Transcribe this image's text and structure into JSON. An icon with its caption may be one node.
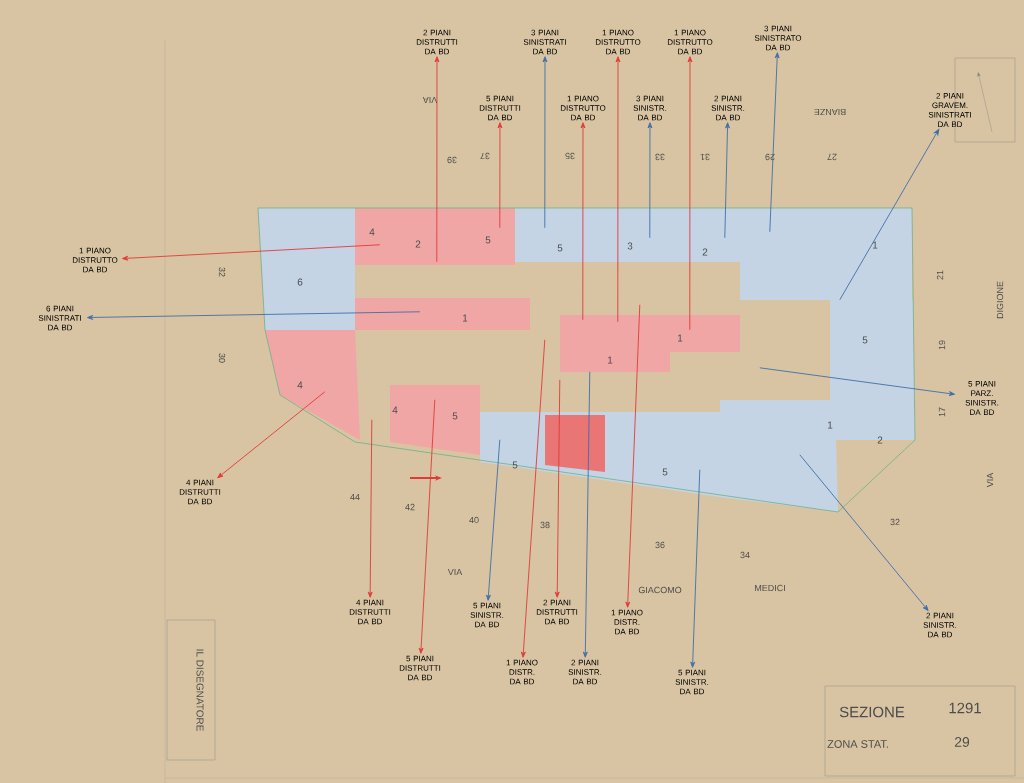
{
  "diagram": {
    "nodes": [
      {
        "text": [],
        "shape": "picture"
      },
      {
        "text": [
          "2 PIANI DISTRUTTI DA BD"
        ]
      },
      {
        "text": [
          "5 PIANI DISTRUTTI DA BD"
        ]
      },
      {
        "text": [
          "3 PIANI SINISTRATI DA BD"
        ]
      },
      {
        "text": [
          "1 PIANO DISTRUTTO DA BD"
        ]
      },
      {
        "text": [
          "1 PIANO DISTRUTTO DA BD"
        ]
      },
      {
        "text": [
          "3 PIANI SINISTR. DA BD"
        ]
      },
      {
        "text": [
          "1 PIANO DISTRUTTO DA BD"
        ]
      },
      {
        "text": [
          "2 PIANI SINISTR. DA BD"
        ]
      },
      {
        "text": [
          "3 PIANI SINISTRATO DA BD"
        ]
      },
      {
        "text": [
          "2 PIANI GRAVEM. SINISTRATI DA BD"
        ]
      },
      {
        "text": [
          "5 PIANI PARZ. SINISTR. DA BD"
        ]
      },
      {
        "text": [
          "2 PIANI SINISTR. DA BD"
        ]
      },
      {
        "text": [
          "4 PIANI DISTRUTTI DA BD"
        ]
      },
      {
        "text": [
          "5 PIANI DISTRUTTI DA BD"
        ]
      },
      {
        "text": [
          "5 PIANI SINISTR. DA BD"
        ]
      },
      {
        "text": [
          "1 PIANO DISTR. DA BD"
        ]
      },
      {
        "text": [
          "2 PIANI DISTRUTTI DA BD"
        ]
      },
      {
        "text": [
          "2 PIANI SINISTR. DA BD"
        ]
      },
      {
        "text": [
          "1 PIANO DISTR. DA BD"
        ]
      },
      {
        "text": [
          "5 PIANI SINISTR. DA BD"
        ]
      },
      {
        "text": [
          "1 PIANO DISTRUTTO DA BD"
        ]
      },
      {
        "text": [
          "6 PIANI SINISTRATI DA BD"
        ]
      },
      {
        "text": [
          "4 PIANI DISTRUTTI DA BD"
        ]
      }
    ],
    "edges": [
      {
        "from": 0,
        "to": 1,
        "arrow": "to"
      },
      {
        "from": 0,
        "to": 2,
        "arrow": "to"
      },
      {
        "from": 0,
        "to": 3,
        "arrow": "to",
        "color": "#3f6fa8"
      },
      {
        "from": 0,
        "to": 4,
        "arrow": "to"
      },
      {
        "from": 0,
        "to": 5,
        "arrow": "to"
      },
      {
        "from": 0,
        "to": 6,
        "arrow": "to",
        "color": "#3f6fa8"
      },
      {
        "from": 0,
        "to": 7,
        "arrow": "to"
      },
      {
        "from": 0,
        "to": 8,
        "arrow": "to",
        "color": "#3f6fa8"
      },
      {
        "from": 0,
        "to": 9,
        "arrow": "to",
        "color": "#3f6fa8"
      },
      {
        "from": 0,
        "to": 10,
        "arrow": "to",
        "color": "#3f6fa8"
      },
      {
        "from": 0,
        "to": 11,
        "arrow": "to",
        "color": "#3f6fa8"
      },
      {
        "from": 0,
        "to": 12,
        "arrow": "to",
        "color": "#3f6fa8"
      },
      {
        "from": 0,
        "to": 13,
        "arrow": "to"
      },
      {
        "from": 0,
        "to": 14,
        "arrow": "to"
      },
      {
        "from": 0,
        "to": 15,
        "arrow": "to",
        "color": "#3f6fa8"
      },
      {
        "from": 0,
        "to": 16,
        "arrow": "to"
      },
      {
        "from": 0,
        "to": 17,
        "arrow": "to"
      },
      {
        "from": 0,
        "to": 18,
        "arrow": "to",
        "color": "#3f6fa8"
      },
      {
        "from": 0,
        "to": 19,
        "arrow": "to"
      },
      {
        "from": 0,
        "to": 20,
        "arrow": "to",
        "color": "#3f6fa8"
      },
      {
        "from": 0,
        "to": 21,
        "arrow": "to"
      },
      {
        "from": 0,
        "to": 22,
        "arrow": "to",
        "color": "#3f6fa8"
      },
      {
        "from": 0,
        "to": 23,
        "arrow": "to"
      }
    ],
    "labels": [
      "VIA",
      "BIANZE",
      "39",
      "37",
      "35",
      "33",
      "31",
      "29",
      "27",
      "32",
      "30",
      "21",
      "19",
      "17",
      "44",
      "42",
      "40",
      "38",
      "36",
      "34",
      "32",
      "VIA",
      "GIACOMO",
      "MEDICI",
      "VIA",
      "DIGIONE",
      "6",
      "4",
      "2",
      "5",
      "5",
      "3",
      "2",
      "1",
      "4",
      "4",
      "5",
      "5",
      "5",
      "5",
      "1",
      "2",
      "1",
      "1",
      "1",
      "SEZIONE",
      "1291",
      "ZONA STAT.",
      "29",
      "IL DISEGNATORE"
    ]
  }
}
